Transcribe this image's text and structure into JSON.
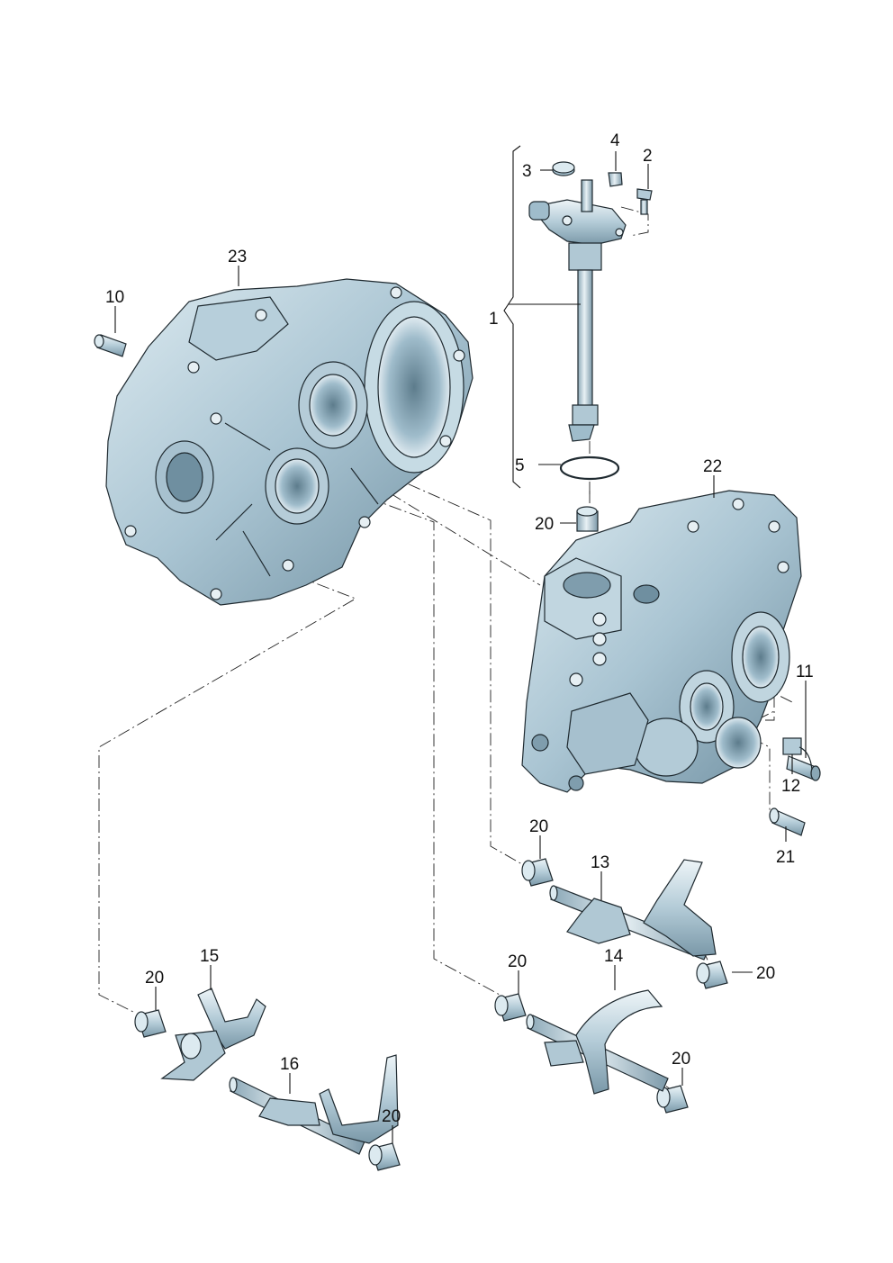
{
  "colors": {
    "casing_light": "#c9dde6",
    "casing_mid": "#9fbccb",
    "casing_dark": "#6f8fa0",
    "outline": "#1f2a30",
    "text": "#111111"
  },
  "callouts": [
    {
      "id": "c1",
      "label": "1"
    },
    {
      "id": "c2",
      "label": "2"
    },
    {
      "id": "c3",
      "label": "3"
    },
    {
      "id": "c4",
      "label": "4"
    },
    {
      "id": "c5",
      "label": "5"
    },
    {
      "id": "c10",
      "label": "10"
    },
    {
      "id": "c11",
      "label": "11"
    },
    {
      "id": "c12",
      "label": "12"
    },
    {
      "id": "c13",
      "label": "13"
    },
    {
      "id": "c14",
      "label": "14"
    },
    {
      "id": "c15",
      "label": "15"
    },
    {
      "id": "c16",
      "label": "16"
    },
    {
      "id": "c20a",
      "label": "20"
    },
    {
      "id": "c20b",
      "label": "20"
    },
    {
      "id": "c20c",
      "label": "20"
    },
    {
      "id": "c20d",
      "label": "20"
    },
    {
      "id": "c20e",
      "label": "20"
    },
    {
      "id": "c20f",
      "label": "20"
    },
    {
      "id": "c20g",
      "label": "20"
    },
    {
      "id": "c21",
      "label": "21"
    },
    {
      "id": "c22",
      "label": "22"
    },
    {
      "id": "c23",
      "label": "23"
    }
  ]
}
